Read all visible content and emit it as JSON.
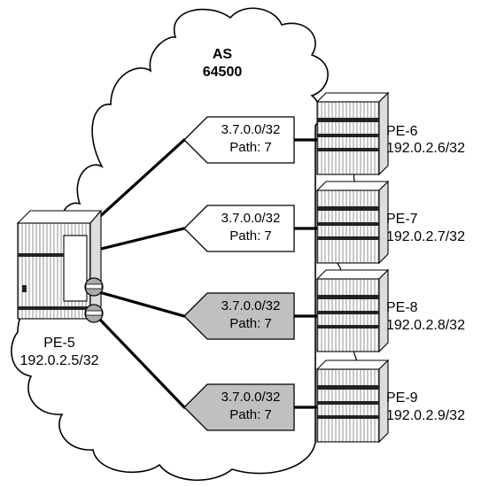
{
  "as": {
    "line1": "AS",
    "line2": "64500"
  },
  "source": {
    "name": "PE-5",
    "address": "192.0.2.5/32"
  },
  "peers": [
    {
      "name": "PE-6",
      "address": "192.0.2.6/32",
      "route": "3.7.0.0/32",
      "path": "Path: 7",
      "highlighted": false
    },
    {
      "name": "PE-7",
      "address": "192.0.2.7/32",
      "route": "3.7.0.0/32",
      "path": "Path: 7",
      "highlighted": false
    },
    {
      "name": "PE-8",
      "address": "192.0.2.8/32",
      "route": "3.7.0.0/32",
      "path": "Path: 7",
      "highlighted": true
    },
    {
      "name": "PE-9",
      "address": "192.0.2.9/32",
      "route": "3.7.0.0/32",
      "path": "Path: 7",
      "highlighted": true
    }
  ],
  "colors": {
    "highlight_fill": "#c0c0c0",
    "normal_fill": "#ffffff",
    "stroke": "#000000"
  }
}
